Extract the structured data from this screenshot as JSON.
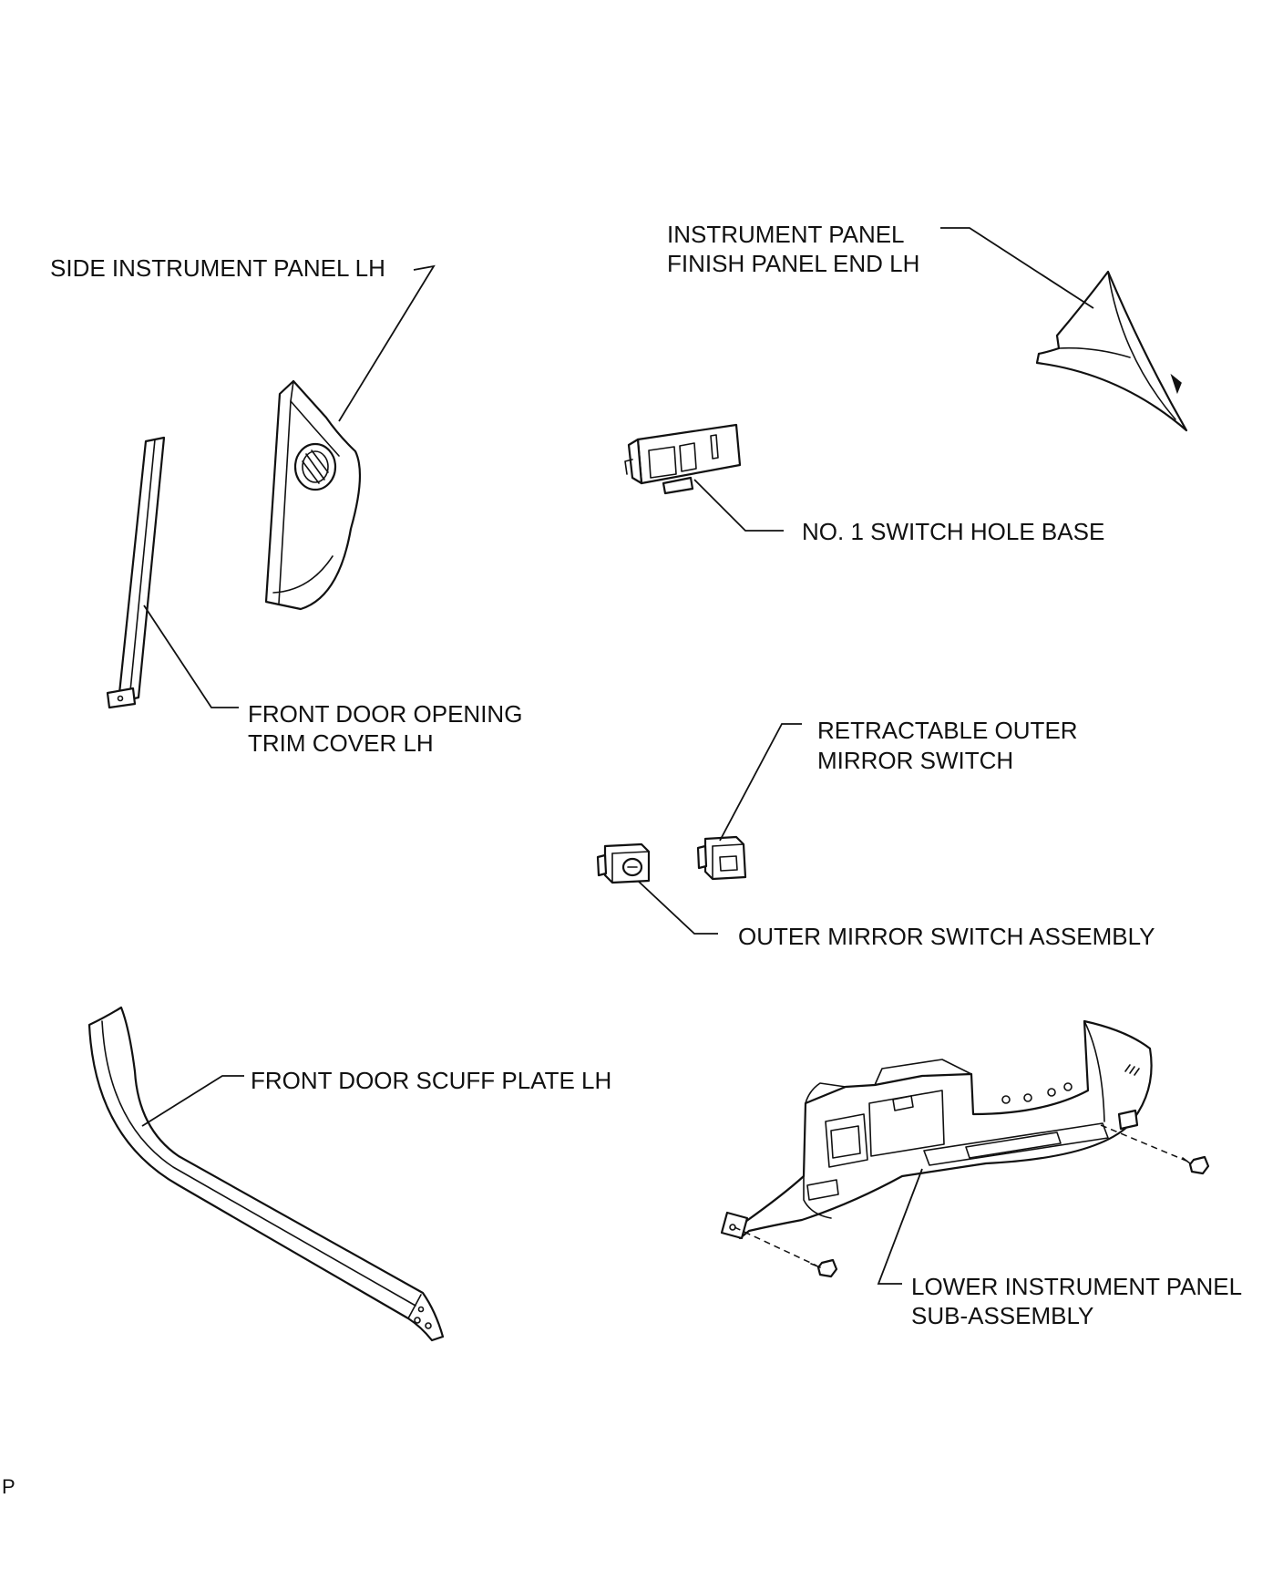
{
  "labels": {
    "side_instrument_panel": "SIDE INSTRUMENT PANEL LH",
    "finish_panel_end_line1": "INSTRUMENT PANEL",
    "finish_panel_end_line2": "FINISH PANEL END LH",
    "switch_hole_base": "NO. 1 SWITCH HOLE BASE",
    "door_opening_trim_line1": "FRONT DOOR OPENING",
    "door_opening_trim_line2": "TRIM COVER LH",
    "retractable_mirror_line1": "RETRACTABLE OUTER",
    "retractable_mirror_line2": "MIRROR SWITCH",
    "outer_mirror_switch": "OUTER MIRROR SWITCH ASSEMBLY",
    "scuff_plate": "FRONT DOOR SCUFF PLATE LH",
    "lower_panel_line1": "LOWER INSTRUMENT PANEL",
    "lower_panel_line2": "SUB-ASSEMBLY"
  },
  "corner_mark": "P"
}
